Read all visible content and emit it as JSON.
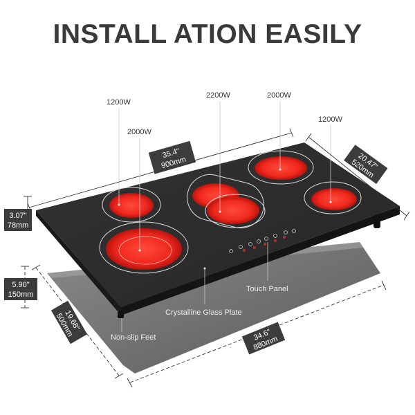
{
  "title": "INSTALL ATION EASILY",
  "burners": [
    {
      "id": "rear-left",
      "power": "1200W"
    },
    {
      "id": "front-left",
      "power": "2000W"
    },
    {
      "id": "center-bridge",
      "power": "2200W"
    },
    {
      "id": "rear-right",
      "power": "2000W"
    },
    {
      "id": "front-right",
      "power": "1200W"
    }
  ],
  "dimensions": {
    "top_width": {
      "inch": "35.4\"",
      "mm": "900mm"
    },
    "top_depth": {
      "inch": "20.47\"",
      "mm": "520mm"
    },
    "thickness": {
      "inch": "3.07\"",
      "mm": "78mm"
    },
    "cutout_height": {
      "inch": "5.90\"",
      "mm": "150mm"
    },
    "cutout_depth": {
      "inch": "19.68\"",
      "mm": "500mm"
    },
    "cutout_width": {
      "inch": "34.6\"",
      "mm": "880mm"
    }
  },
  "callouts": {
    "touch_panel": "Touch Panel",
    "glass_plate": "Crystalline Glass Plate",
    "feet": "Non-slip Feet"
  },
  "colors": {
    "glass": "#2b2b2b",
    "burner_red": "#f0281e",
    "label_box": "#3c3c3c",
    "cutout": "#6a6a6a"
  }
}
